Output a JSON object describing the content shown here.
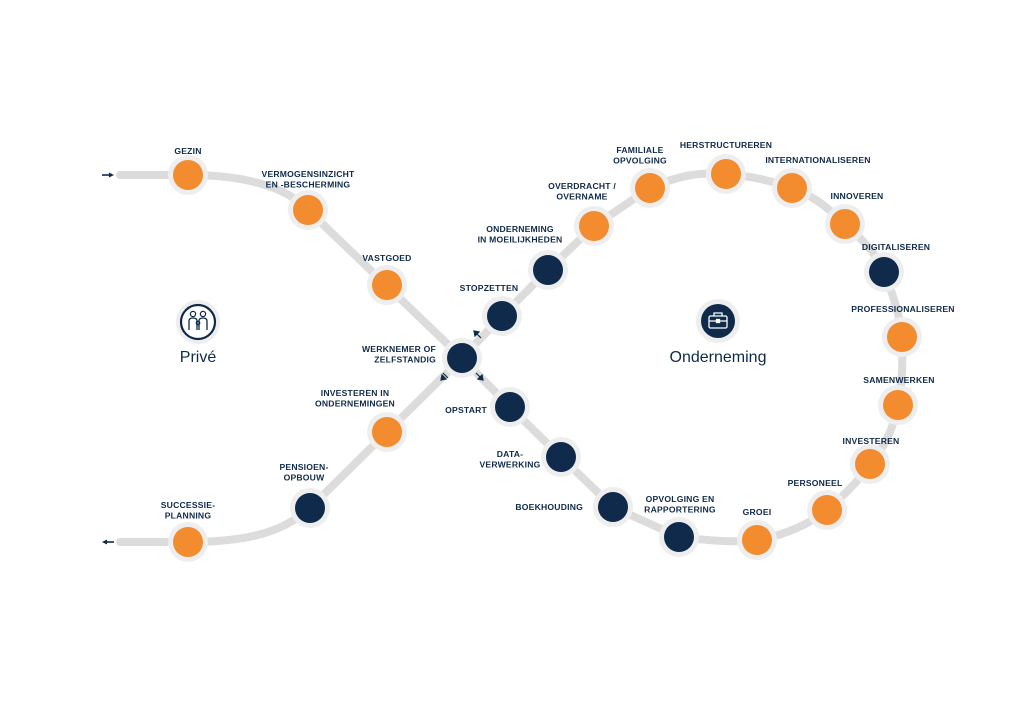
{
  "colors": {
    "orange": "#f28c2f",
    "navy": "#0f2a4a",
    "track": "#dcdcdc",
    "ring": "#eeeeee"
  },
  "sections": {
    "private": {
      "label": "Privé",
      "icon": "family-icon"
    },
    "business": {
      "label": "Onderneming",
      "icon": "briefcase-icon"
    }
  },
  "nodes": [
    {
      "id": "gezin",
      "lines": [
        "GEZIN"
      ],
      "color": "orange"
    },
    {
      "id": "vermogensinzicht",
      "lines": [
        "VERMOGENSINZICHT",
        "EN -BESCHERMING"
      ],
      "color": "orange"
    },
    {
      "id": "vastgoed",
      "lines": [
        "VASTGOED"
      ],
      "color": "orange"
    },
    {
      "id": "werknemer",
      "lines": [
        "WERKNEMER OF",
        "ZELFSTANDIG"
      ],
      "color": "navy"
    },
    {
      "id": "investeren-ondernemingen",
      "lines": [
        "INVESTEREN IN",
        "ONDERNEMINGEN"
      ],
      "color": "orange"
    },
    {
      "id": "pensioen",
      "lines": [
        "PENSIOEN-",
        "OPBOUW"
      ],
      "color": "navy"
    },
    {
      "id": "successie",
      "lines": [
        "SUCCESSIE-",
        "PLANNING"
      ],
      "color": "orange"
    },
    {
      "id": "stopzetten",
      "lines": [
        "STOPZETTEN"
      ],
      "color": "navy"
    },
    {
      "id": "moeilijkheden",
      "lines": [
        "ONDERNEMING",
        "IN MOEILIJKHEDEN"
      ],
      "color": "navy"
    },
    {
      "id": "overdracht",
      "lines": [
        "OVERDRACHT /",
        "OVERNAME"
      ],
      "color": "orange"
    },
    {
      "id": "familiale",
      "lines": [
        "FAMILIALE",
        "OPVOLGING"
      ],
      "color": "orange"
    },
    {
      "id": "herstructureren",
      "lines": [
        "HERSTRUCTUREREN"
      ],
      "color": "orange"
    },
    {
      "id": "internationaliseren",
      "lines": [
        "INTERNATIONALISEREN"
      ],
      "color": "orange"
    },
    {
      "id": "innoveren",
      "lines": [
        "INNOVEREN"
      ],
      "color": "orange"
    },
    {
      "id": "digitaliseren",
      "lines": [
        "DIGITALISEREN"
      ],
      "color": "navy"
    },
    {
      "id": "professionaliseren",
      "lines": [
        "PROFESSIONALISEREN"
      ],
      "color": "orange"
    },
    {
      "id": "samenwerken",
      "lines": [
        "SAMENWERKEN"
      ],
      "color": "orange"
    },
    {
      "id": "investeren",
      "lines": [
        "INVESTEREN"
      ],
      "color": "orange"
    },
    {
      "id": "personeel",
      "lines": [
        "PERSONEEL"
      ],
      "color": "orange"
    },
    {
      "id": "groei",
      "lines": [
        "GROEI"
      ],
      "color": "orange"
    },
    {
      "id": "opvolging",
      "lines": [
        "OPVOLGING EN",
        "RAPPORTERING"
      ],
      "color": "navy"
    },
    {
      "id": "boekhouding",
      "lines": [
        "BOEKHOUDING"
      ],
      "color": "navy"
    },
    {
      "id": "dataverwerking",
      "lines": [
        "DATA-",
        "VERWERKING"
      ],
      "color": "navy"
    },
    {
      "id": "opstart",
      "lines": [
        "OPSTART"
      ],
      "color": "navy"
    }
  ]
}
